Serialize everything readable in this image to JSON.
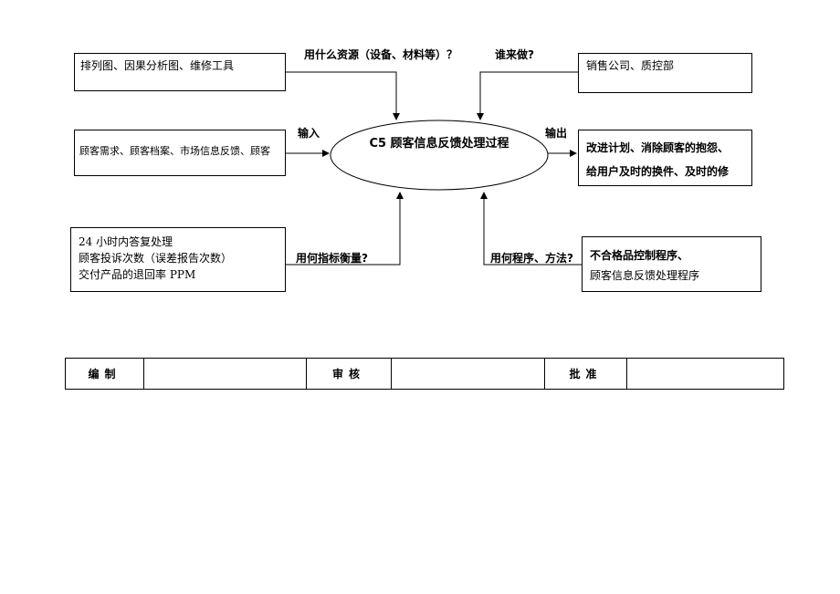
{
  "process": {
    "title": "C5 顾客信息反馈处理过程"
  },
  "resources": {
    "question": "用什么资源（设备、材料等）？",
    "answer": "排列图、因果分析图、维修工具"
  },
  "who": {
    "question": "谁来做?",
    "answer": "销售公司、质控部"
  },
  "input": {
    "label": "输入",
    "content": "顾客需求、顾客档案、市场信息反馈、顾客"
  },
  "output": {
    "label": "输出",
    "lines": [
      "改进计划、消除顾客的抱怨、",
      "给用户及时的换件、及时的修"
    ]
  },
  "metrics": {
    "question": "用何指标衡量?",
    "lines": [
      "24 小时内答复处理",
      "顾客投诉次数（误差报告次数）",
      "交付产品的退回率 PPM"
    ]
  },
  "methods": {
    "question": "用何程序、方法?",
    "lines": [
      "不合格品控制程序、",
      "顾客信息反馈处理程序"
    ]
  },
  "signoff": {
    "prepared": "编制",
    "prepared_value": "",
    "reviewed": "审核",
    "reviewed_value": "",
    "approved": "批准",
    "approved_value": ""
  }
}
